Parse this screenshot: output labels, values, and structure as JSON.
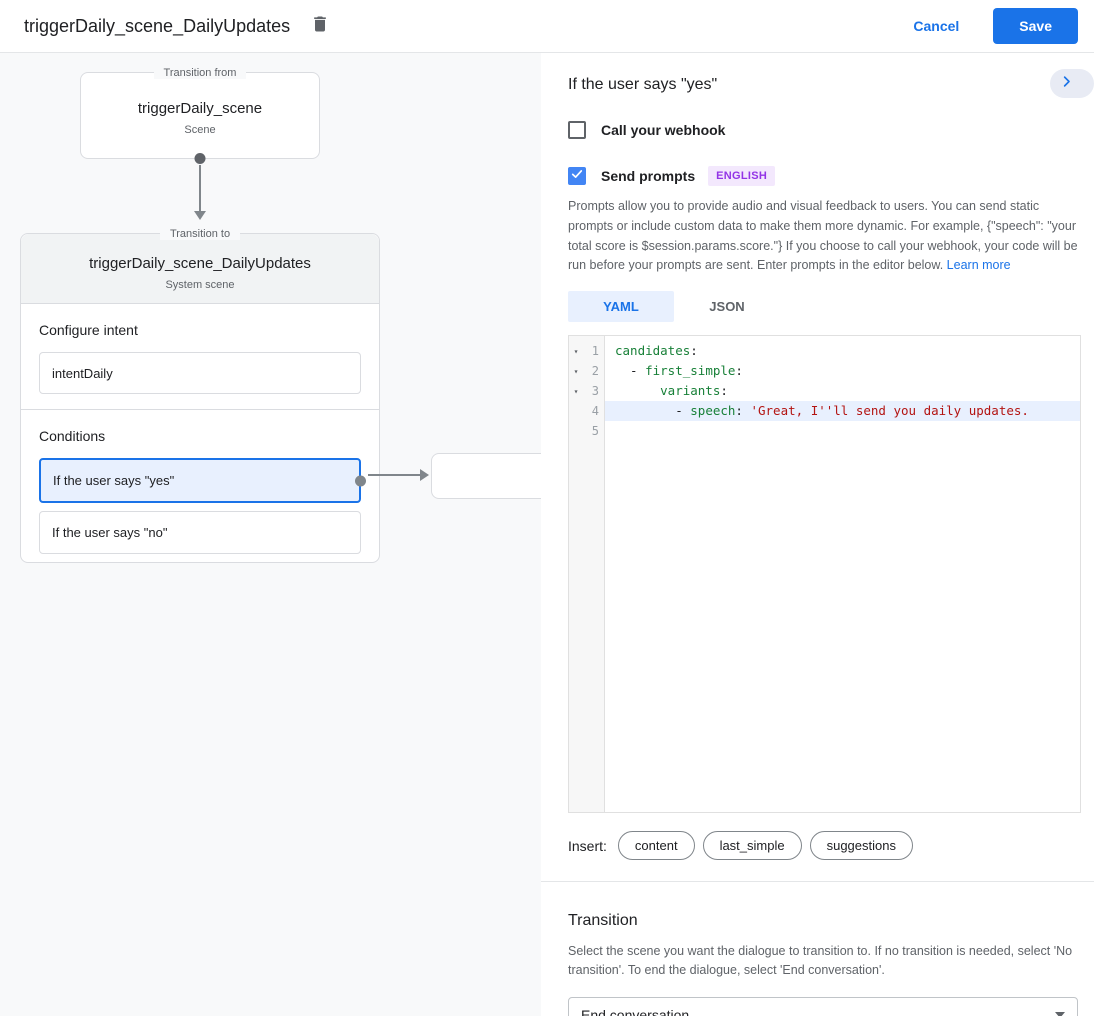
{
  "colors": {
    "accent": "#1a73e8",
    "checkbox_checked": "#4285f4",
    "selected_condition_bg": "#e8f0fe",
    "code_key_green": "#188038",
    "code_string_red": "#b31412",
    "badge_bg": "#f3e8fd",
    "badge_text": "#9334e6",
    "canvas_bg": "#f8f9fa"
  },
  "header": {
    "title": "triggerDaily_scene_DailyUpdates",
    "cancel_label": "Cancel",
    "save_label": "Save"
  },
  "flow": {
    "from_box": {
      "legend": "Transition from",
      "name": "triggerDaily_scene",
      "type": "Scene"
    },
    "to_box": {
      "legend": "Transition to",
      "name": "triggerDaily_scene_DailyUpdates",
      "type": "System scene",
      "intent_section": {
        "heading": "Configure intent",
        "value": "intentDaily"
      },
      "conditions_section": {
        "heading": "Conditions",
        "items": [
          {
            "label": "If the user says \"yes\"",
            "selected": true
          },
          {
            "label": "If the user says \"no\"",
            "selected": false
          }
        ]
      }
    }
  },
  "detail_panel": {
    "title": "If the user says \"yes\"",
    "webhook_checkbox": {
      "label": "Call your webhook",
      "checked": false
    },
    "prompts_checkbox": {
      "label": "Send prompts",
      "checked": true,
      "badge": "ENGLISH"
    },
    "description": "Prompts allow you to provide audio and visual feedback to users. You can send static prompts or include custom data to make them more dynamic. For example, {\"speech\": \"your total score is $session.params.score.\"} If you choose to call your webhook, your code will be run before your prompts are sent. Enter prompts in the editor below. ",
    "learn_more": "Learn more",
    "tabs": [
      {
        "label": "YAML",
        "active": true
      },
      {
        "label": "JSON",
        "active": false
      }
    ],
    "editor": {
      "lines": [
        {
          "num": "1",
          "fold": "▾",
          "plain1": "",
          "key": "candidates",
          "plain2": ":",
          "str": "",
          "hl": false
        },
        {
          "num": "2",
          "fold": "▾",
          "plain1": "  - ",
          "key": "first_simple",
          "plain2": ":",
          "str": "",
          "hl": false
        },
        {
          "num": "3",
          "fold": "▾",
          "plain1": "      ",
          "key": "variants",
          "plain2": ":",
          "str": "",
          "hl": false
        },
        {
          "num": "4",
          "fold": "",
          "plain1": "        - ",
          "key": "speech",
          "plain2": ": ",
          "str": "'Great, I''ll send you daily updates.",
          "hl": true
        },
        {
          "num": "5",
          "fold": "",
          "plain1": "",
          "key": "",
          "plain2": "",
          "str": "",
          "hl": false
        }
      ]
    },
    "insert": {
      "label": "Insert:",
      "chips": [
        "content",
        "last_simple",
        "suggestions"
      ]
    },
    "transition": {
      "heading": "Transition",
      "description": "Select the scene you want the dialogue to transition to. If no transition is needed, select 'No transition'. To end the dialogue, select 'End conversation'.",
      "selected_value": "End conversation"
    }
  }
}
